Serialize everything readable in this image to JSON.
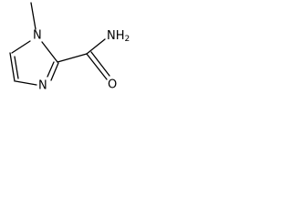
{
  "molecule": {
    "atoms": {
      "ring_nitrogen_methyl": "N",
      "ring_nitrogen_imine": "N",
      "amide_nitrogen": "NH2",
      "amide_oxygen": "O"
    }
  }
}
